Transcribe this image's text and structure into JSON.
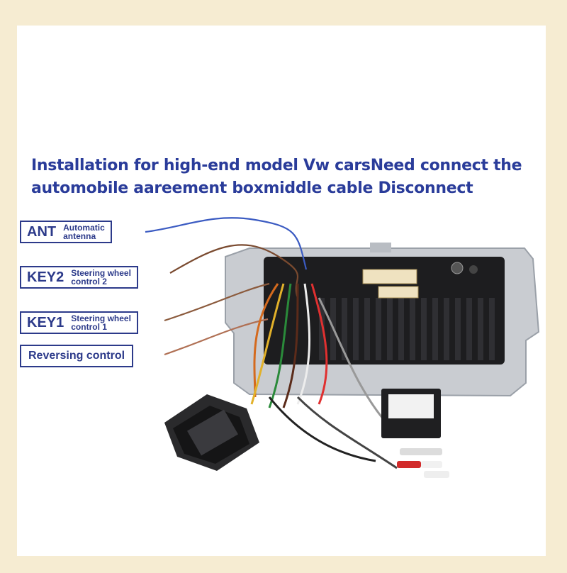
{
  "heading": {
    "line1": "Installation for high-end model Vw carsNeed connect the",
    "line2": "automobile aareement boxmiddle cable Disconnect"
  },
  "labels": [
    {
      "code": "ANT",
      "desc_line1": "Automatic",
      "desc_line2": "antenna"
    },
    {
      "code": "KEY2",
      "desc_line1": "Steering wheel",
      "desc_line2": "control 2"
    },
    {
      "code": "KEY1",
      "desc_line1": "Steering wheel",
      "desc_line2": "control 1"
    }
  ],
  "reversing": {
    "text": "Reversing control"
  },
  "colors": {
    "background": "#f6ecd2",
    "heading": "#2a3c9a",
    "label_border": "#2c3a8a"
  }
}
